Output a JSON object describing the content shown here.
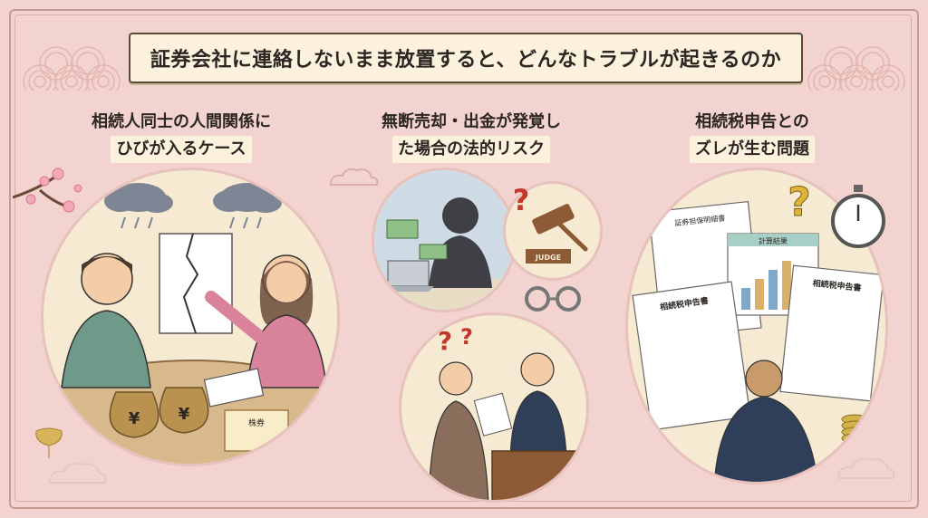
{
  "title": "証券会社に連絡しないまま放置すると、どんなトラブルが起きるのか",
  "sections": [
    {
      "line1": "相続人同士の人間関係に",
      "line2": "ひびが入るケース"
    },
    {
      "line1": "無断売却・出金が発覚し",
      "line2": "た場合の法的リスク"
    },
    {
      "line1": "相続税申告との",
      "line2": "ズレが生む問題"
    }
  ],
  "labels": {
    "judge": "JUDGE",
    "yen": "¥",
    "stock_cert": "株券",
    "doc_header1": "証券担保明細書",
    "doc_header2": "計算結果",
    "doc_header3": "相続税申告書",
    "doc_header4": "相続税申告書"
  },
  "colors": {
    "background": "#f2d3d0",
    "banner": "#fbf1dd",
    "ink": "#2b2622"
  }
}
